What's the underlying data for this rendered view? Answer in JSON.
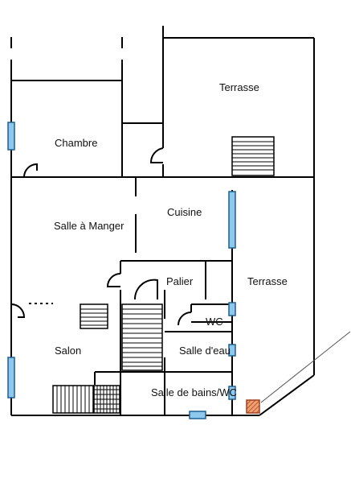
{
  "rooms": {
    "chambre": "Chambre",
    "terrasse_top": "Terrasse",
    "salle_a_manger": "Salle à Manger",
    "cuisine": "Cuisine",
    "palier": "Palier",
    "terrasse_right": "Terrasse",
    "wc": "WC",
    "salle_deau": "Salle d'eau",
    "salon": "Salon",
    "salle_de_bains": "Salle de bains/WC"
  },
  "colors": {
    "wall": "#000000",
    "window_fill": "#8ec8ec",
    "window_stroke": "#1f5f8f",
    "stair_fill": "#ffffff",
    "stove_fill": "#e0865a"
  }
}
